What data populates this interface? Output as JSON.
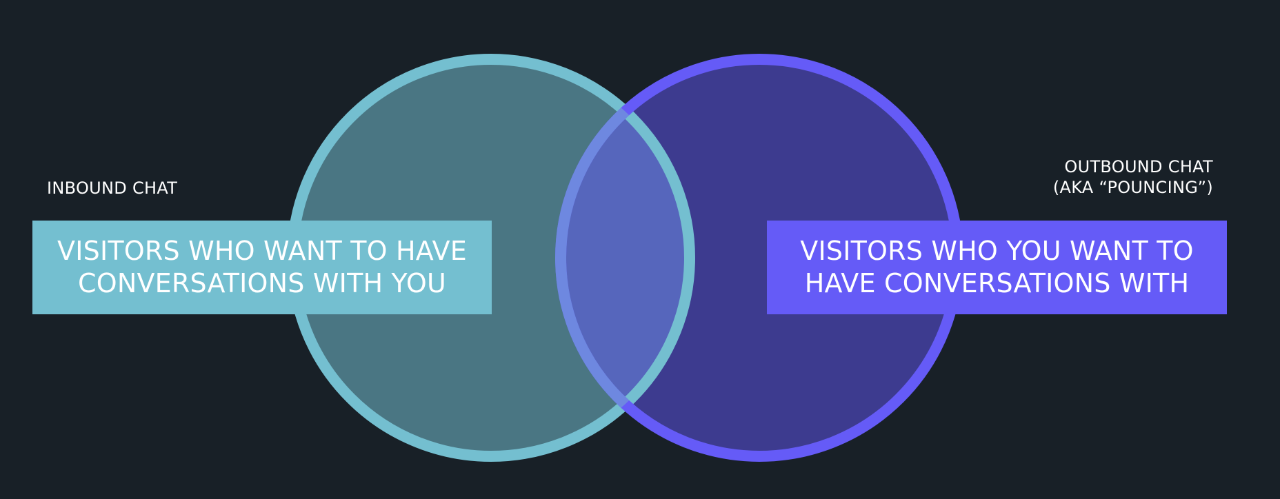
{
  "diagram": {
    "left_circle": {
      "fill": "#4a7683",
      "stroke": "#74bfd0"
    },
    "right_circle": {
      "fill": "#3d3b8f",
      "stroke": "#655bf7"
    },
    "overlap": {
      "fill": "#5666bc",
      "stroke": "#6e88e0"
    },
    "left_label": "INBOUND CHAT",
    "right_label": {
      "line1": "OUTBOUND CHAT",
      "line2": "(AKA “POUNCING”)"
    },
    "left_box": {
      "line1": "VISITORS WHO WANT TO HAVE",
      "line2": "CONVERSATIONS WITH YOU",
      "color": "#74bfd0"
    },
    "right_box": {
      "line1": "VISITORS WHO YOU WANT TO",
      "line2": "HAVE CONVERSATIONS WITH",
      "color": "#655bf7"
    }
  }
}
